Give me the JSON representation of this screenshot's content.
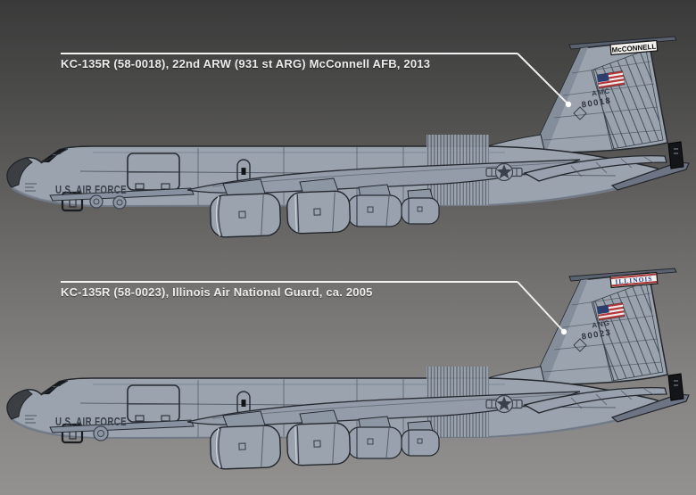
{
  "background": {
    "top": "#3a3a3a",
    "bottom": "#929190"
  },
  "colors": {
    "airframe": "#9aa3ae",
    "airframe_outline": "#23262b",
    "callout_line": "#f2f2f2",
    "callout_text": "#ececec",
    "banner_bg": "#f2f1ee",
    "banner_red_stripe": "#a93636",
    "illinois_blue": "#23408c",
    "flag_red": "#b5373c",
    "flag_blue": "#2c3d6f",
    "radome_dark": "#3b3e43",
    "boom_fin_black": "#141518"
  },
  "aircraft": [
    {
      "callout": "KC-135R (58-0018), 22nd ARW (931 st ARG) McConnell AFB, 2013",
      "tail_banner": "McCONNELL",
      "fin_unit": "AMC",
      "tail_number": "80018",
      "fuselage_title": "U.S. AIR FORCE"
    },
    {
      "callout": "KC-135R (58-0023), Illinois Air National Guard, ca. 2005",
      "tail_banner": "ILLINOIS",
      "fin_unit": "ANG",
      "tail_number": "80023",
      "fuselage_title": "U.S. AIR FORCE"
    }
  ]
}
